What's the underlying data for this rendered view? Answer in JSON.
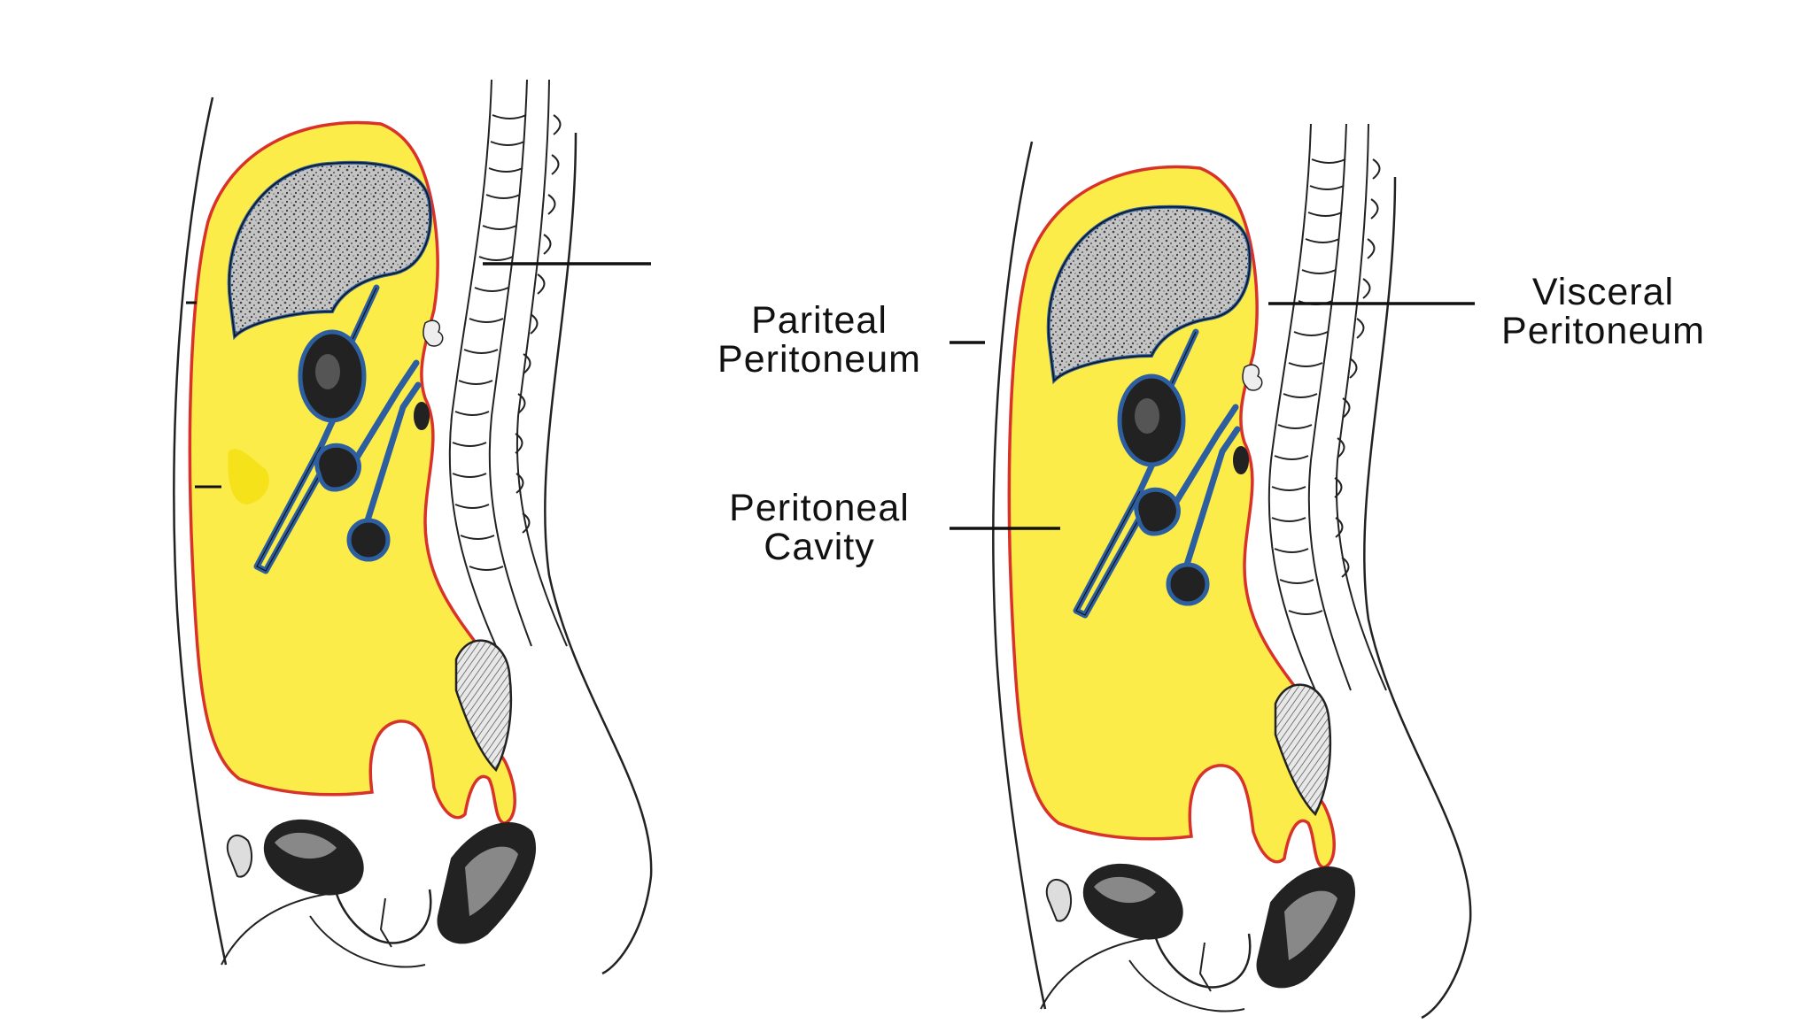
{
  "labels": {
    "parietal_line1": "Pariteal",
    "parietal_line2": "Peritoneum",
    "cavity_line1": "Peritoneal",
    "cavity_line2": "Cavity",
    "visceral_line1": "Visceral",
    "visceral_line2": "Peritoneum"
  },
  "colors": {
    "background": "#ffffff",
    "peritoneal_cavity_fill": "#fbec4a",
    "parietal_peritoneum_line": "#d9322a",
    "visceral_peritoneum_line": "#2d5fa0",
    "organ_outline": "#1a1a1a",
    "liver_fill": "#b8b8b8",
    "bowel_fill": "#222222",
    "label_text": "#111111"
  },
  "icons": [
    "liver-illustration",
    "bowel-loop-illustration",
    "spine-illustration",
    "pelvis-illustration"
  ]
}
